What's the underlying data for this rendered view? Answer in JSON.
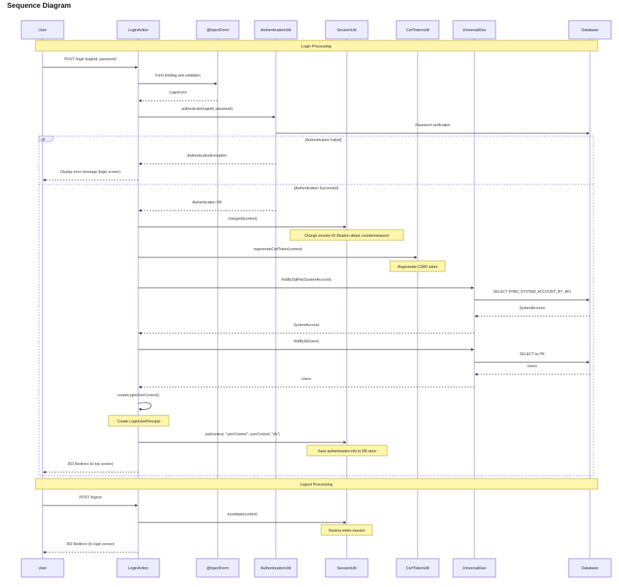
{
  "title": "Sequence Diagram",
  "participants": [
    {
      "id": "user",
      "label": "User"
    },
    {
      "id": "loginaction",
      "label": "LoginAction"
    },
    {
      "id": "injectform",
      "label": "@InjectForm"
    },
    {
      "id": "authutil",
      "label": "AuthenticationUtil"
    },
    {
      "id": "sessionutil",
      "label": "SessionUtil"
    },
    {
      "id": "csrfutil",
      "label": "CsrfTokenUtil"
    },
    {
      "id": "dao",
      "label": "UniversalDao"
    },
    {
      "id": "database",
      "label": "Database"
    }
  ],
  "bands": [
    {
      "id": "login",
      "label": "Login Processing"
    },
    {
      "id": "logout",
      "label": "Logout Processing"
    }
  ],
  "fragment": {
    "type": "alt",
    "sections": [
      {
        "label": "[Authentication Failed]"
      },
      {
        "label": "[Authentication Successful]"
      }
    ]
  },
  "messages": [
    {
      "from": "user",
      "to": "loginaction",
      "label": "POST /login (loginId, password)",
      "style": "solid"
    },
    {
      "from": "loginaction",
      "to": "injectform",
      "label": "Form binding and validation",
      "style": "solid"
    },
    {
      "from": "injectform",
      "to": "loginaction",
      "label": "LoginForm",
      "style": "dashed"
    },
    {
      "from": "loginaction",
      "to": "authutil",
      "label": "authenticate(loginId, password)",
      "style": "solid"
    },
    {
      "from": "authutil",
      "to": "database",
      "label": "Password verification",
      "style": "solid"
    },
    {
      "from": "authutil",
      "to": "loginaction",
      "label": "AuthenticationException",
      "style": "dashed"
    },
    {
      "from": "loginaction",
      "to": "user",
      "label": "Display error message (login screen)",
      "style": "dashed"
    },
    {
      "from": "authutil",
      "to": "loginaction",
      "label": "Authentication OK",
      "style": "dashed"
    },
    {
      "from": "loginaction",
      "to": "sessionutil",
      "label": "changeId(context)",
      "style": "solid"
    },
    {
      "from": "loginaction",
      "to": "csrfutil",
      "label": "regenerateCsrfToken(context)",
      "style": "solid"
    },
    {
      "from": "loginaction",
      "to": "dao",
      "label": "findBySqlFile(SystemAccount)",
      "style": "solid"
    },
    {
      "from": "dao",
      "to": "database",
      "label": "SELECT (FIND_SYSTEM_ACCOUNT_BY_AK)",
      "style": "solid"
    },
    {
      "from": "database",
      "to": "dao",
      "label": "SystemAccount",
      "style": "dashed"
    },
    {
      "from": "dao",
      "to": "loginaction",
      "label": "SystemAccount",
      "style": "dashed"
    },
    {
      "from": "loginaction",
      "to": "dao",
      "label": "findById(Users)",
      "style": "solid"
    },
    {
      "from": "dao",
      "to": "database",
      "label": "SELECT by PK",
      "style": "solid"
    },
    {
      "from": "database",
      "to": "dao",
      "label": "Users",
      "style": "dashed"
    },
    {
      "from": "dao",
      "to": "loginaction",
      "label": "Users",
      "style": "dashed"
    },
    {
      "from": "loginaction",
      "to": "loginaction",
      "label": "createLoginUserContext()",
      "style": "self"
    },
    {
      "from": "loginaction",
      "to": "sessionutil",
      "label": "put(context, \"userContext\", userContext, \"db\")",
      "style": "solid"
    },
    {
      "from": "loginaction",
      "to": "user",
      "label": "303 Redirect (to top screen)",
      "style": "dashed"
    },
    {
      "from": "user",
      "to": "loginaction",
      "label": "POST /logout",
      "style": "solid"
    },
    {
      "from": "loginaction",
      "to": "sessionutil",
      "label": "invalidate(context)",
      "style": "solid"
    },
    {
      "from": "loginaction",
      "to": "user",
      "label": "303 Redirect (to login screen)",
      "style": "dashed"
    }
  ],
  "notes": [
    {
      "over": "sessionutil",
      "label": "Change session ID (fixation attack countermeasure)"
    },
    {
      "over": "csrfutil",
      "label": "Regenerate CSRF token"
    },
    {
      "over": "loginaction",
      "label": "Create LoginUserPrincipal"
    },
    {
      "over": "sessionutil",
      "label": "Save authentication info to DB store"
    },
    {
      "over": "sessionutil",
      "label": "Destroy entire session"
    }
  ],
  "colors": {
    "actor_fill": "#ECECFF",
    "actor_stroke": "#9370DB",
    "band_fill": "#FFF5AD",
    "band_stroke": "#AAAA33",
    "line": "#333333",
    "lifeline": "#9370DB"
  }
}
